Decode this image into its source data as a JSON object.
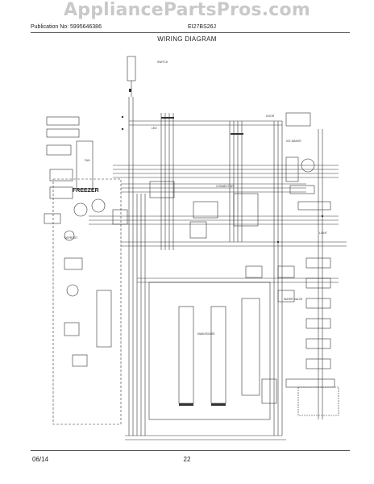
{
  "header": {
    "watermark": "AppliancePartsPros.com",
    "publication": "Publication No: 5995646386",
    "model": "EI27BS26J",
    "title": "WIRING DIAGRAM"
  },
  "diagram": {
    "freezer_label": "FREEZER",
    "main_board_label": "MAIN BOARD"
  },
  "footer": {
    "date": "06/14",
    "page": "22"
  }
}
